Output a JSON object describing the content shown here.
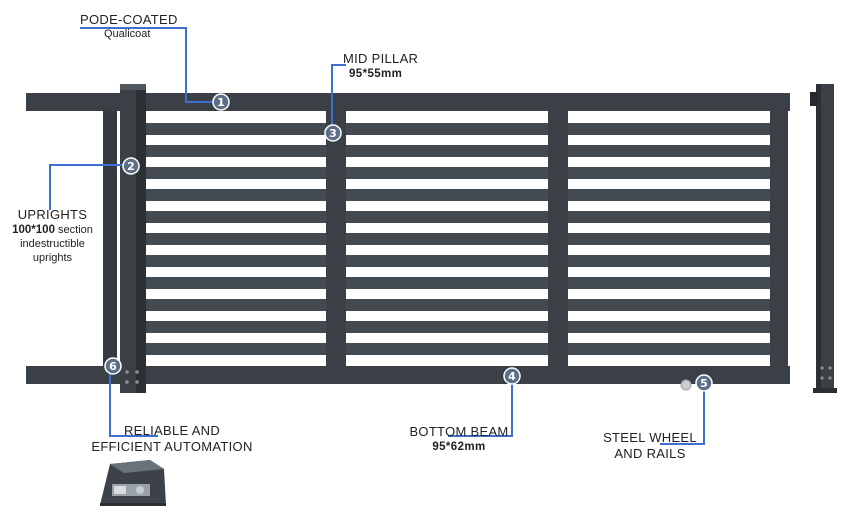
{
  "colors": {
    "frame": "#3a4045",
    "frame_dark": "#2b3035",
    "slat": "#434a50",
    "leader": "#3d6fd0",
    "badge": "#5d6f88"
  },
  "labels": {
    "pode": {
      "title": "PODE-COATED",
      "sub": "Qualicoat",
      "num": "1"
    },
    "mid": {
      "title": "MID PILLAR",
      "bold": "95*55mm",
      "num": "3"
    },
    "uprights": {
      "title": "UPRIGHTS",
      "bold": "100*100",
      "rest": " section",
      "line3": "indestructible",
      "line4": "uprights",
      "num": "2"
    },
    "automation": {
      "line1": "RELIABLE AND",
      "line2": "EFFICIENT AUTOMATION",
      "num": "6"
    },
    "beam": {
      "title": "BOTTOM BEAM",
      "bold": "95*62mm",
      "num": "4"
    },
    "wheel": {
      "line1": "STEEL WHEEL",
      "line2": "AND RAILS",
      "num": "5"
    }
  },
  "icons": {
    "motor": "gate-motor-icon"
  }
}
